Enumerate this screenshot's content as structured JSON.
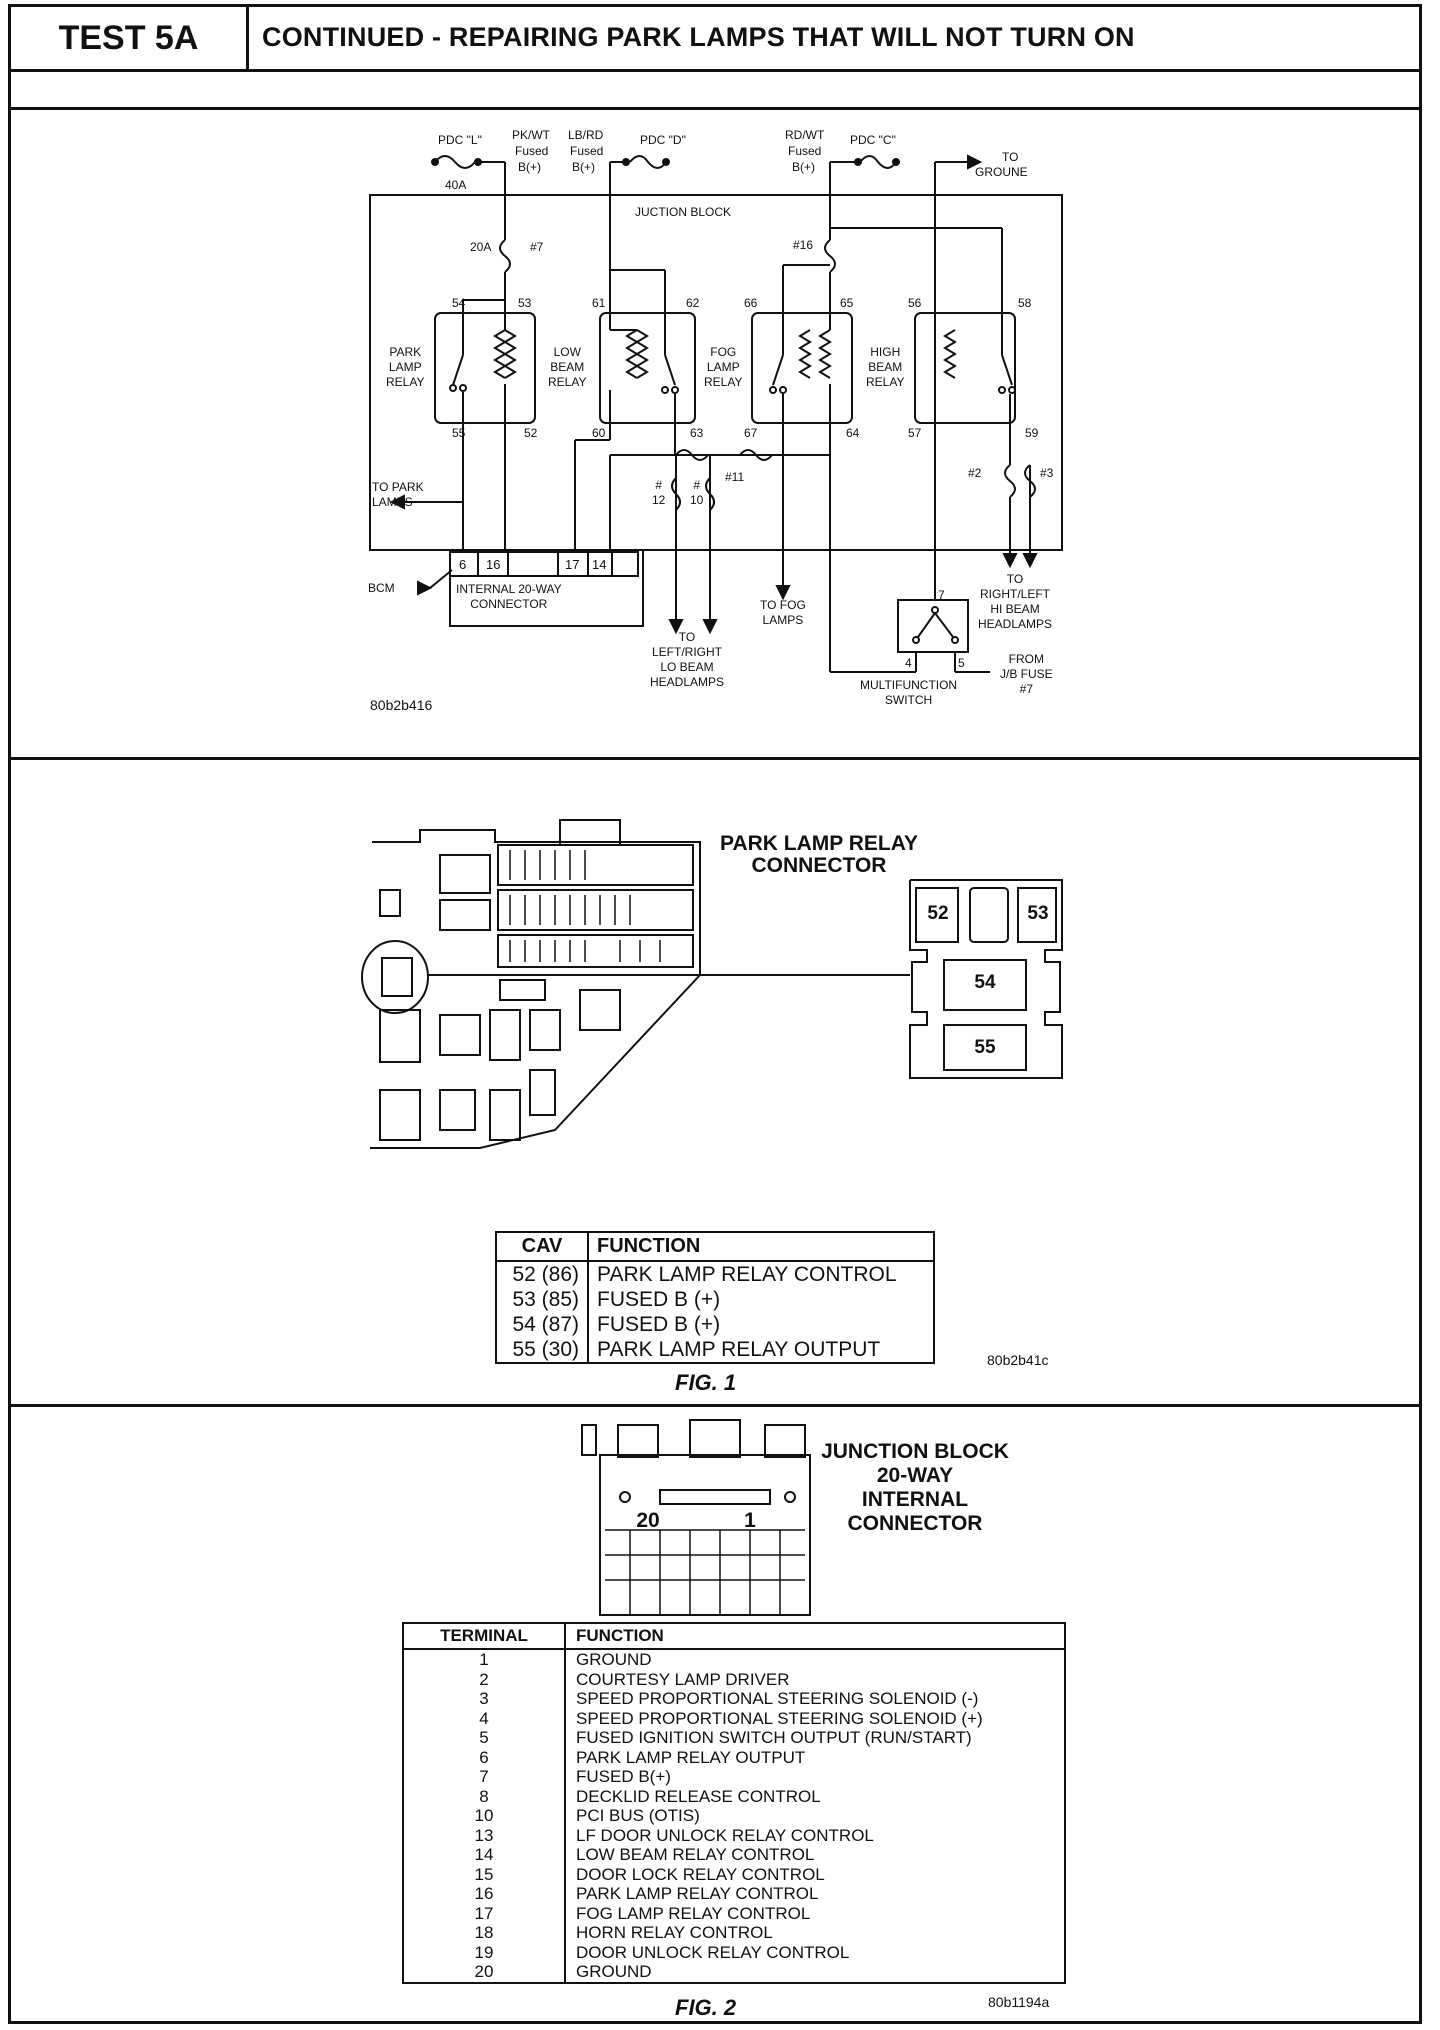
{
  "header": {
    "test_label": "TEST 5A",
    "title": "CONTINUED - REPAIRING PARK LAMPS THAT WILL NOT TURN ON"
  },
  "schematic": {
    "code": "80b2b416",
    "labels": {
      "pdc_l": "PDC \"L\"",
      "pk_wt": "PK/WT",
      "lb_rd": "LB/RD",
      "pdc_d": "PDC \"D\"",
      "rd_wt": "RD/WT",
      "pdc_c": "PDC \"C\"",
      "fused": "Fused",
      "b_plus": "B(+)",
      "to": "TO",
      "ground": "GROUNE",
      "amp_40": "40A",
      "amp_20": "20A",
      "fuse_7": "#7",
      "fuse_16": "#16",
      "junction_block": "JUCTION BLOCK",
      "park_lamp_relay": [
        "PARK",
        "LAMP",
        "RELAY"
      ],
      "low_beam_relay": [
        "LOW",
        "BEAM",
        "RELAY"
      ],
      "fog_lamp_relay": [
        "FOG",
        "LAMP",
        "RELAY"
      ],
      "high_beam_relay": [
        "HIGH",
        "BEAM",
        "RELAY"
      ],
      "pins": [
        "54",
        "53",
        "55",
        "52",
        "61",
        "62",
        "60",
        "63",
        "66",
        "65",
        "67",
        "64",
        "56",
        "58",
        "57",
        "59"
      ],
      "fuse_12": [
        "#",
        "12"
      ],
      "fuse_10": [
        "#",
        "10"
      ],
      "fuse_11": "#11",
      "fuse_2": "#2",
      "fuse_3": "#3",
      "to_park_lamps": [
        "TO PARK",
        "LAMPS"
      ],
      "connector_pins": [
        "6",
        "16",
        "17",
        "14"
      ],
      "bcm": "BCM",
      "internal_connector": [
        "INTERNAL 20-WAY",
        "CONNECTOR"
      ],
      "to_left_right_lo": [
        "TO",
        "LEFT/RIGHT",
        "LO BEAM",
        "HEADLAMPS"
      ],
      "to_fog_lamps": [
        "TO FOG",
        "LAMPS"
      ],
      "to_right_left_hi": [
        "TO",
        "RIGHT/LEFT",
        "HI BEAM",
        "HEADLAMPS"
      ],
      "switch_pins": [
        "7",
        "4",
        "5"
      ],
      "multifunction_switch": [
        "MULTIFUNCTION",
        "SWITCH"
      ],
      "from_jb_fuse": [
        "FROM",
        "J/B FUSE",
        "#7"
      ]
    }
  },
  "fig1": {
    "connector_title": [
      "PARK LAMP RELAY",
      "CONNECTOR"
    ],
    "cavities": [
      "52",
      "53",
      "54",
      "55"
    ],
    "table_headers": [
      "CAV",
      "FUNCTION"
    ],
    "rows": [
      {
        "cav": "52 (86)",
        "function": "PARK LAMP RELAY CONTROL"
      },
      {
        "cav": "53 (85)",
        "function": "FUSED B (+)"
      },
      {
        "cav": "54 (87)",
        "function": "FUSED  B (+)"
      },
      {
        "cav": "55 (30)",
        "function": "PARK LAMP RELAY OUTPUT"
      }
    ],
    "code": "80b2b41c",
    "caption": "FIG. 1"
  },
  "fig2": {
    "title": [
      "JUNCTION BLOCK",
      "20-WAY",
      "INTERNAL",
      "CONNECTOR"
    ],
    "connector_pin_left": "20",
    "connector_pin_right": "1",
    "table_headers": [
      "TERMINAL",
      "FUNCTION"
    ],
    "rows": [
      {
        "terminal": "1",
        "function": "GROUND"
      },
      {
        "terminal": "2",
        "function": "COURTESY LAMP DRIVER"
      },
      {
        "terminal": "3",
        "function": "SPEED PROPORTIONAL STEERING SOLENOID (-)"
      },
      {
        "terminal": "4",
        "function": "SPEED PROPORTIONAL STEERING SOLENOID (+)"
      },
      {
        "terminal": "5",
        "function": "FUSED IGNITION SWITCH OUTPUT (RUN/START)"
      },
      {
        "terminal": "6",
        "function": "PARK LAMP RELAY OUTPUT"
      },
      {
        "terminal": "7",
        "function": "FUSED B(+)"
      },
      {
        "terminal": "8",
        "function": "DECKLID RELEASE CONTROL"
      },
      {
        "terminal": "10",
        "function": "PCI BUS (OTIS)"
      },
      {
        "terminal": "13",
        "function": "LF DOOR UNLOCK RELAY CONTROL"
      },
      {
        "terminal": "14",
        "function": "LOW BEAM RELAY CONTROL"
      },
      {
        "terminal": "15",
        "function": "DOOR LOCK RELAY CONTROL"
      },
      {
        "terminal": "16",
        "function": "PARK LAMP RELAY CONTROL"
      },
      {
        "terminal": "17",
        "function": "FOG LAMP RELAY CONTROL"
      },
      {
        "terminal": "18",
        "function": "HORN RELAY CONTROL"
      },
      {
        "terminal": "19",
        "function": "DOOR UNLOCK RELAY CONTROL"
      },
      {
        "terminal": "20",
        "function": "GROUND"
      }
    ],
    "code": "80b1194a",
    "caption": "FIG. 2"
  }
}
